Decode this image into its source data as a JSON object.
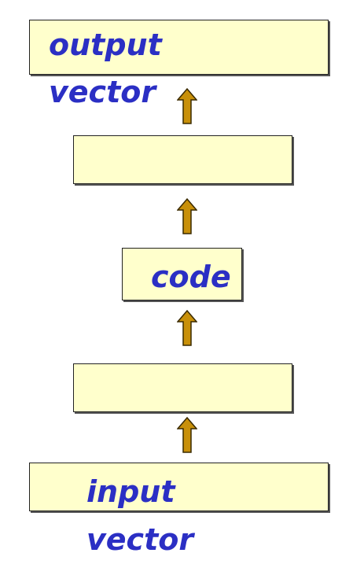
{
  "diagram": {
    "output_line1": "output",
    "output_line2": "vector",
    "code_label": "code",
    "input_line1": "input",
    "input_line2": "vector",
    "colors": {
      "box_fill": "#ffffcc",
      "box_border": "#222222",
      "text": "#2b2fc4",
      "arrow_fill": "#c8900a",
      "arrow_stroke": "#3a2a00"
    }
  }
}
